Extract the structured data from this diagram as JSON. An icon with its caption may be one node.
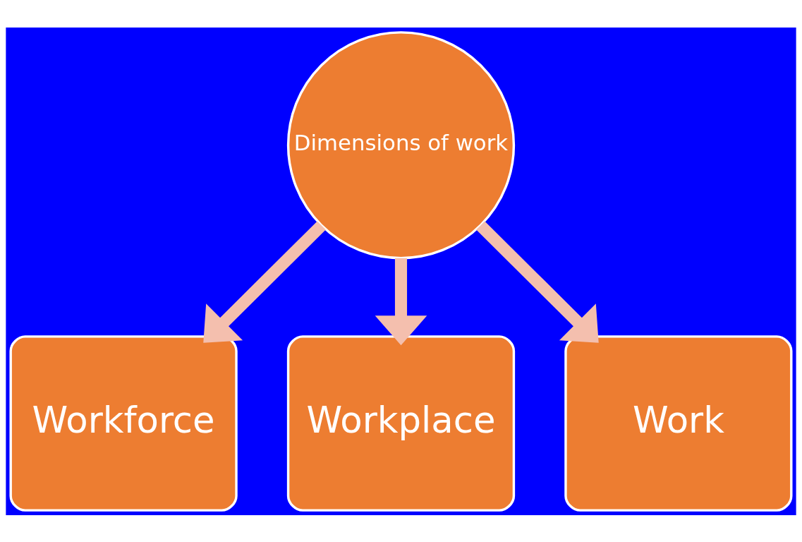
{
  "diagram": {
    "nodes": [
      {
        "text": [
          "Dimensions of work"
        ]
      },
      {
        "text": [
          "Workforce"
        ]
      },
      {
        "text": [
          "Workplace"
        ]
      },
      {
        "text": [
          "Work"
        ]
      }
    ],
    "edges": [
      {
        "from": 0,
        "to": 1,
        "arrow": "to"
      },
      {
        "from": 0,
        "to": 3,
        "arrow": "to"
      },
      {
        "from": 0,
        "to": 2,
        "arrow": "to"
      }
    ]
  }
}
